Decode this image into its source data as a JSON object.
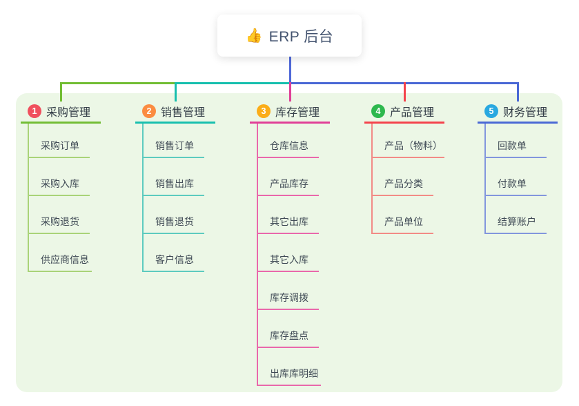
{
  "app": {
    "panel_bg": "#ecf7e6",
    "root_connector_color": "#4f68d8"
  },
  "root_node": {
    "icon": "👍",
    "title": "ERP 后台"
  },
  "branches": [
    {
      "num": "1",
      "title": "采购管理",
      "badge_color": "#f0505e",
      "line_color": "#72bd34",
      "child_line_color": "#a9d378",
      "children": [
        "采购订单",
        "采购入库",
        "采购退货",
        "供应商信息"
      ]
    },
    {
      "num": "2",
      "title": "销售管理",
      "badge_color": "#fb8c41",
      "line_color": "#17bfae",
      "child_line_color": "#5dcbbf",
      "children": [
        "销售订单",
        "销售出库",
        "销售退货",
        "客户信息"
      ]
    },
    {
      "num": "3",
      "title": "库存管理",
      "badge_color": "#fbad18",
      "line_color": "#e03f97",
      "child_line_color": "#e968ab",
      "children": [
        "仓库信息",
        "产品库存",
        "其它出库",
        "其它入库",
        "库存调拨",
        "库存盘点",
        "出库库明细"
      ]
    },
    {
      "num": "4",
      "title": "产品管理",
      "badge_color": "#2db84d",
      "line_color": "#f4434c",
      "child_line_color": "#f28b86",
      "children": [
        "产品（物料）",
        "产品分类",
        "产品单位"
      ]
    },
    {
      "num": "5",
      "title": "财务管理",
      "badge_color": "#29a8e0",
      "line_color": "#4a68d5",
      "child_line_color": "#8296dd",
      "children": [
        "回款单",
        "付款单",
        "结算账户"
      ]
    }
  ]
}
